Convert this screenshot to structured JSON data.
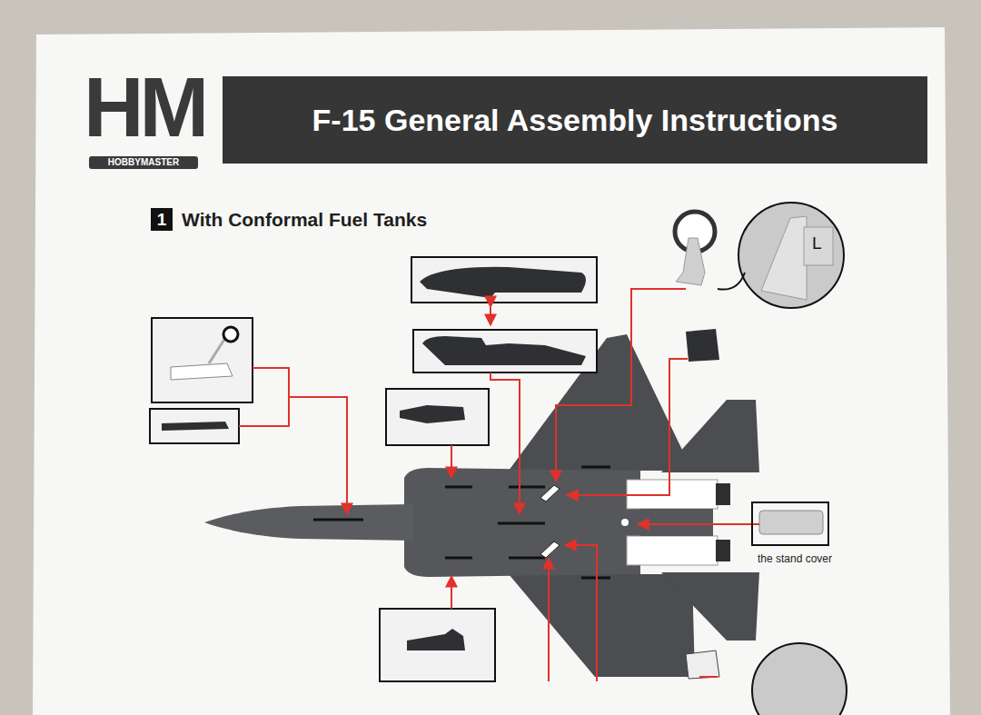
{
  "diagram": {
    "title": "F-15 General Assembly Instructions",
    "nodes": [
      {
        "text": [
          "1"
        ]
      },
      {
        "text": [
          "L"
        ]
      },
      {
        "text": [
          "the stand cover"
        ]
      }
    ],
    "labels": [
      "HM",
      "HOBBYMASTER",
      "With Conformal Fuel Tanks"
    ]
  }
}
